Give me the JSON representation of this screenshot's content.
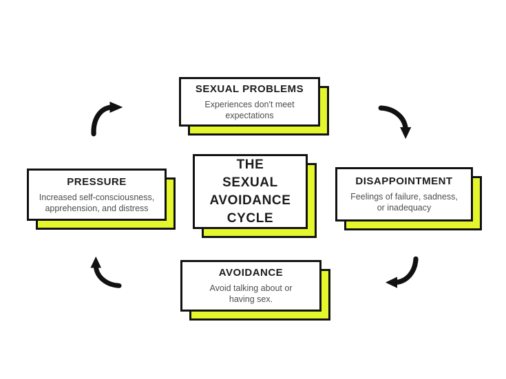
{
  "diagram": {
    "center": {
      "title": "THE\nSEXUAL\nAVOIDANCE\nCYCLE"
    },
    "nodes": {
      "top": {
        "title": "SEXUAL PROBLEMS",
        "subtitle": "Experiences don't meet\nexpectations"
      },
      "right": {
        "title": "DISAPPOINTMENT",
        "subtitle": "Feelings of failure, sadness,\nor inadequacy"
      },
      "bottom": {
        "title": "AVOIDANCE",
        "subtitle": "Avoid talking about or\nhaving sex."
      },
      "left": {
        "title": "PRESSURE",
        "subtitle": "Increased self-consciousness,\napprehension, and distress"
      }
    },
    "arrows": [
      {
        "name": "arrow-pressure-to-sexual-problems",
        "from": "PRESSURE",
        "to": "SEXUAL PROBLEMS"
      },
      {
        "name": "arrow-sexual-problems-to-disappointment",
        "from": "SEXUAL PROBLEMS",
        "to": "DISAPPOINTMENT"
      },
      {
        "name": "arrow-disappointment-to-avoidance",
        "from": "DISAPPOINTMENT",
        "to": "AVOIDANCE"
      },
      {
        "name": "arrow-avoidance-to-pressure",
        "from": "AVOIDANCE",
        "to": "PRESSURE"
      }
    ]
  },
  "colors": {
    "accent": "#e4f72d",
    "ink": "#111111",
    "subtitle": "#4d4d4d",
    "background": "#ffffff"
  }
}
